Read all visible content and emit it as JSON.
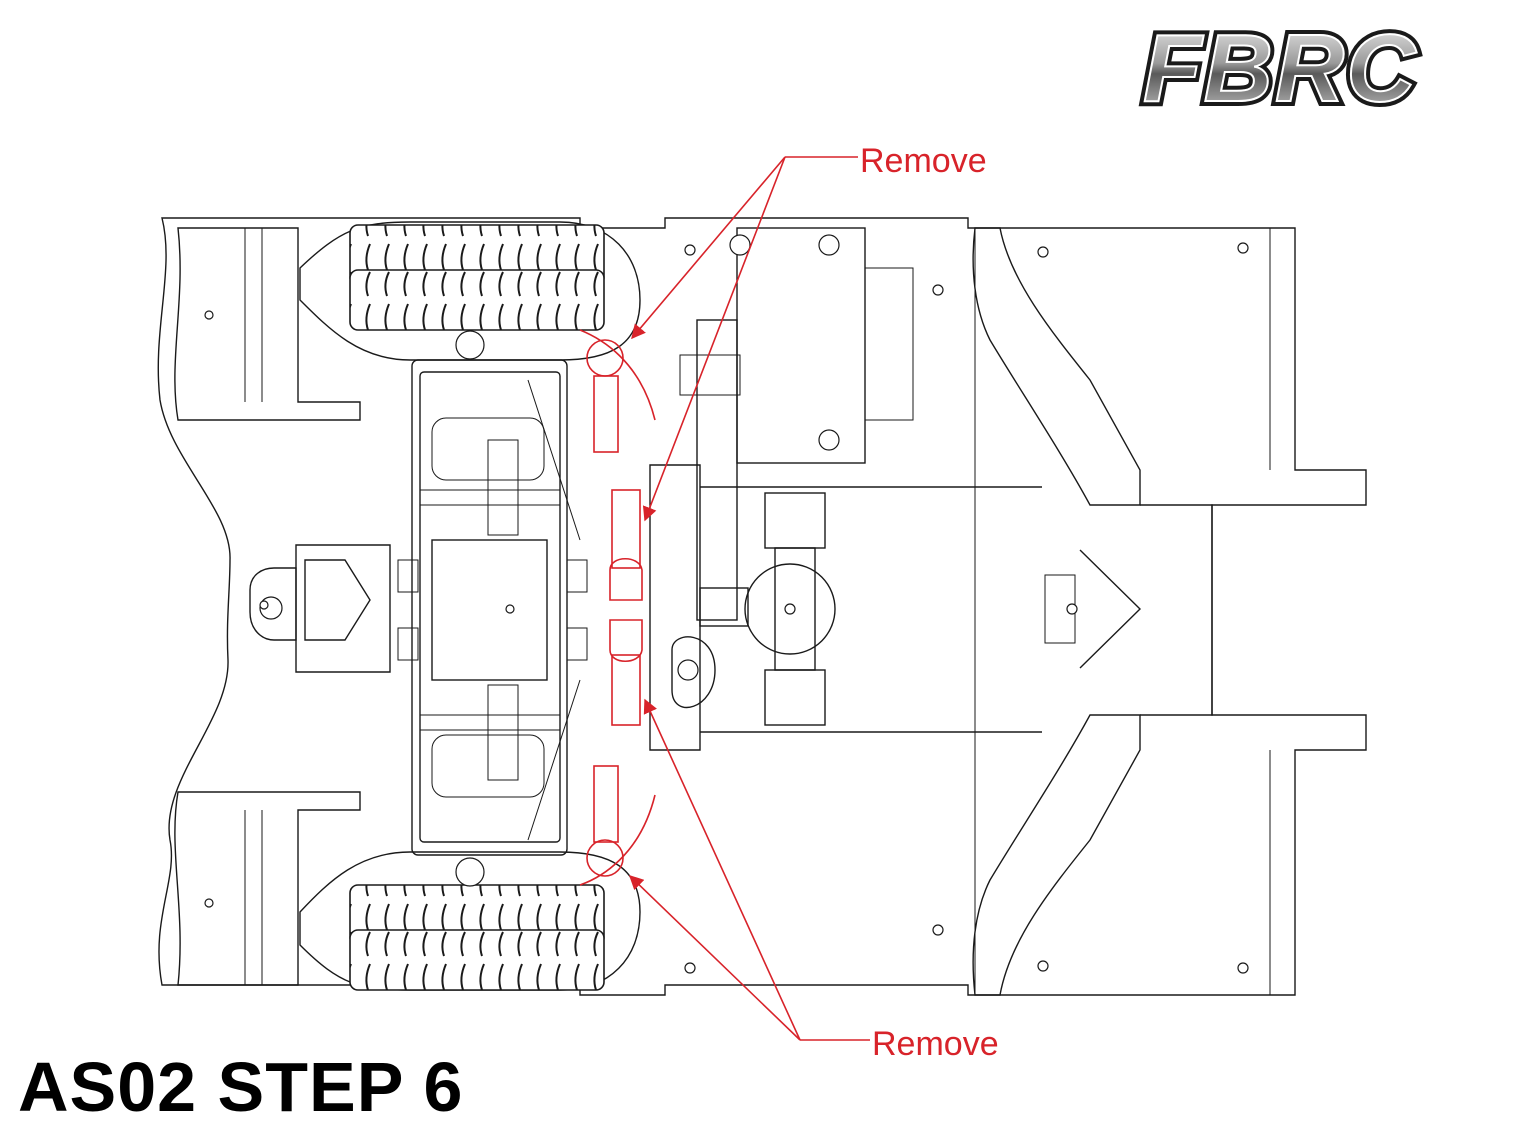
{
  "logo": {
    "text": "FBRC"
  },
  "callouts": [
    {
      "label": "Remove"
    },
    {
      "label": "Remove"
    }
  ],
  "step_title": "AS02 STEP 6",
  "colors": {
    "annotation": "#d8232a",
    "line": "#1a1a1a",
    "background": "#ffffff"
  }
}
